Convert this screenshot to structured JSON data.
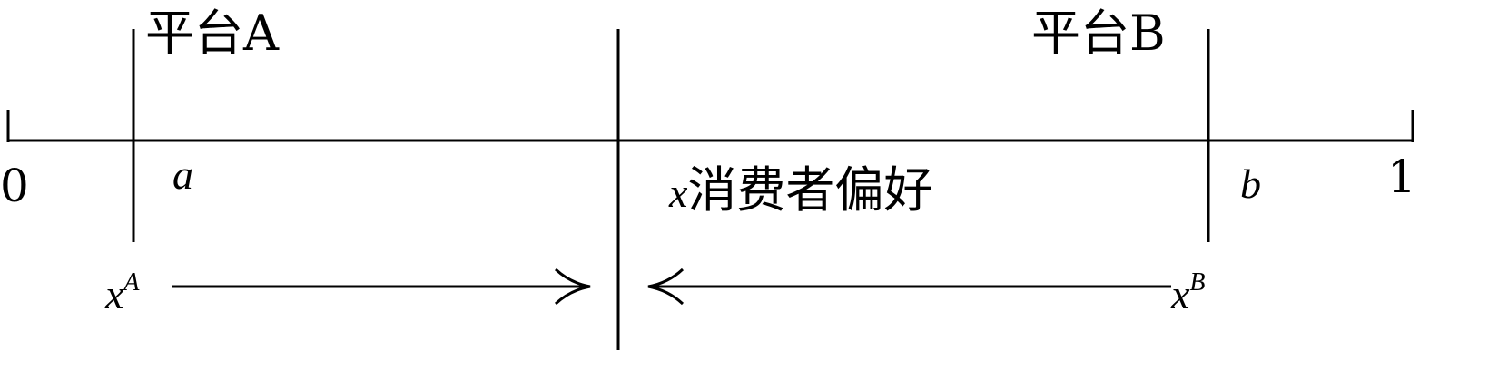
{
  "platform_a_label": "平台A",
  "platform_b_label": "平台B",
  "axis_start_label": "0",
  "axis_end_label": "1",
  "position_a_label": "a",
  "position_b_label": "b",
  "preference_variable": "x",
  "preference_label": "消费者偏好",
  "arrow_a_base": "x",
  "arrow_a_sup": "A",
  "arrow_b_base": "x",
  "arrow_b_sup": "B"
}
